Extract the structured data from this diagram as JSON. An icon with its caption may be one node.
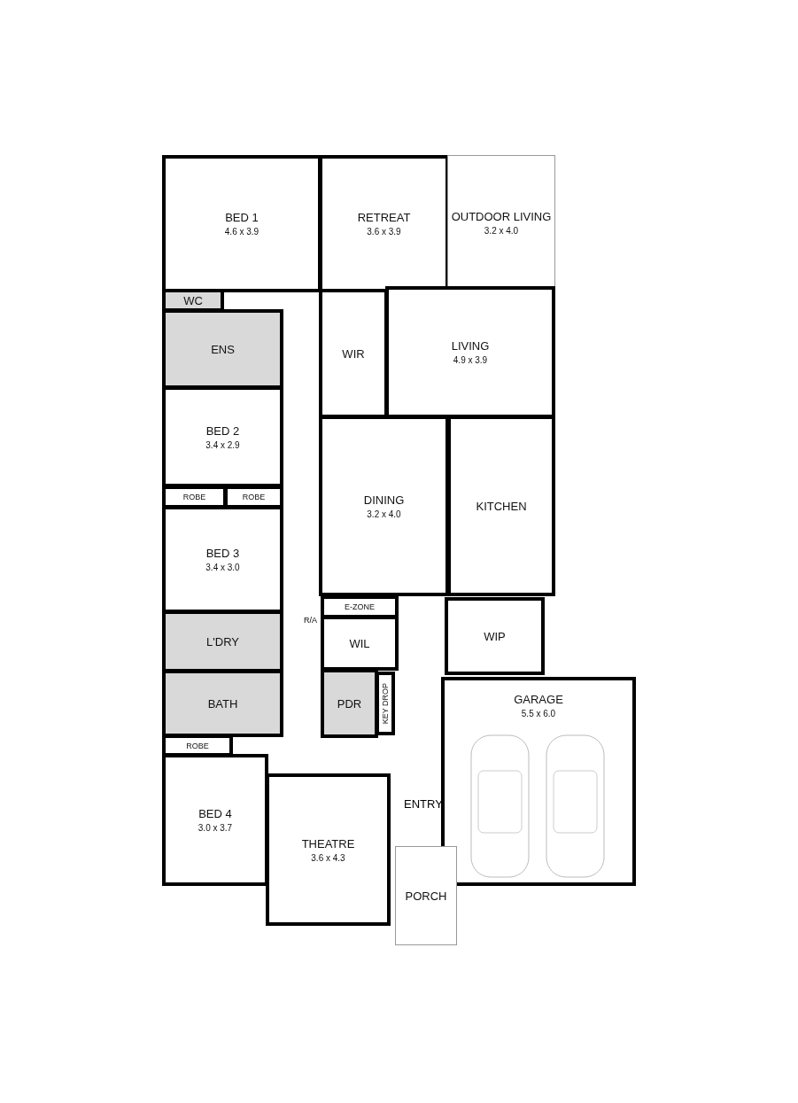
{
  "diagram": {
    "nodes": [
      {
        "text": [
          "BED 1",
          "4.6 x 3.9"
        ]
      },
      {
        "text": [
          "RETREAT",
          "3.6 x 3.9"
        ]
      },
      {
        "text": [
          "OUTDOOR LIVING",
          "3.2 x 4.0"
        ]
      },
      {
        "text": [
          "WC"
        ]
      },
      {
        "text": [
          "ENS"
        ]
      },
      {
        "text": [
          "WIR"
        ]
      },
      {
        "text": [
          "LIVING",
          "4.9 x 3.9"
        ]
      },
      {
        "text": [
          "BED 2",
          "3.4 x 2.9"
        ]
      },
      {
        "text": [
          "ROBE"
        ]
      },
      {
        "text": [
          "ROBE"
        ]
      },
      {
        "text": [
          "DINING",
          "3.2 x 4.0"
        ]
      },
      {
        "text": [
          "KITCHEN"
        ]
      },
      {
        "text": [
          "BED 3",
          "3.4 x 3.0"
        ]
      },
      {
        "text": [
          "E-ZONE"
        ]
      },
      {
        "text": [
          "L'DRY"
        ]
      },
      {
        "text": [
          "WIL"
        ]
      },
      {
        "text": [
          "WIP"
        ]
      },
      {
        "text": [
          "BATH"
        ]
      },
      {
        "text": [
          "PDR"
        ]
      },
      {
        "text": [
          "KEY DROP"
        ]
      },
      {
        "text": [
          "GARAGE",
          "5.5 x 6.0"
        ]
      },
      {
        "text": [
          "ROBE"
        ]
      },
      {
        "text": [
          "BED 4",
          "3.0 x 3.7"
        ]
      },
      {
        "text": [
          "THEATRE",
          "3.6 x 4.3"
        ]
      },
      {
        "text": [
          "PORCH"
        ]
      }
    ],
    "edges": [],
    "labels": [
      "R/A",
      "ENTRY"
    ]
  }
}
